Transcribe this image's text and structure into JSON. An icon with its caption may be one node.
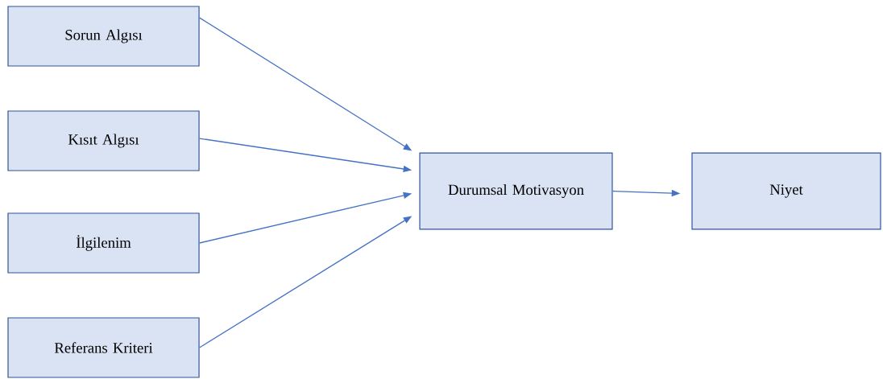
{
  "diagram": {
    "nodes": [
      {
        "text": [
          "Sorun Algısı"
        ]
      },
      {
        "text": [
          "Kısıt Algısı"
        ]
      },
      {
        "text": [
          "İlgilenim"
        ]
      },
      {
        "text": [
          "Referans Kriteri"
        ]
      },
      {
        "text": [
          "Durumsal Motivasyon"
        ]
      },
      {
        "text": [
          "Niyet"
        ]
      }
    ],
    "edges": [
      {
        "from": 0,
        "to": 4,
        "arrow": "to"
      },
      {
        "from": 1,
        "to": 4,
        "arrow": "to"
      },
      {
        "from": 2,
        "to": 4,
        "arrow": "to"
      },
      {
        "from": 3,
        "to": 4,
        "arrow": "to"
      },
      {
        "from": 4,
        "to": 5,
        "arrow": "to"
      }
    ]
  }
}
